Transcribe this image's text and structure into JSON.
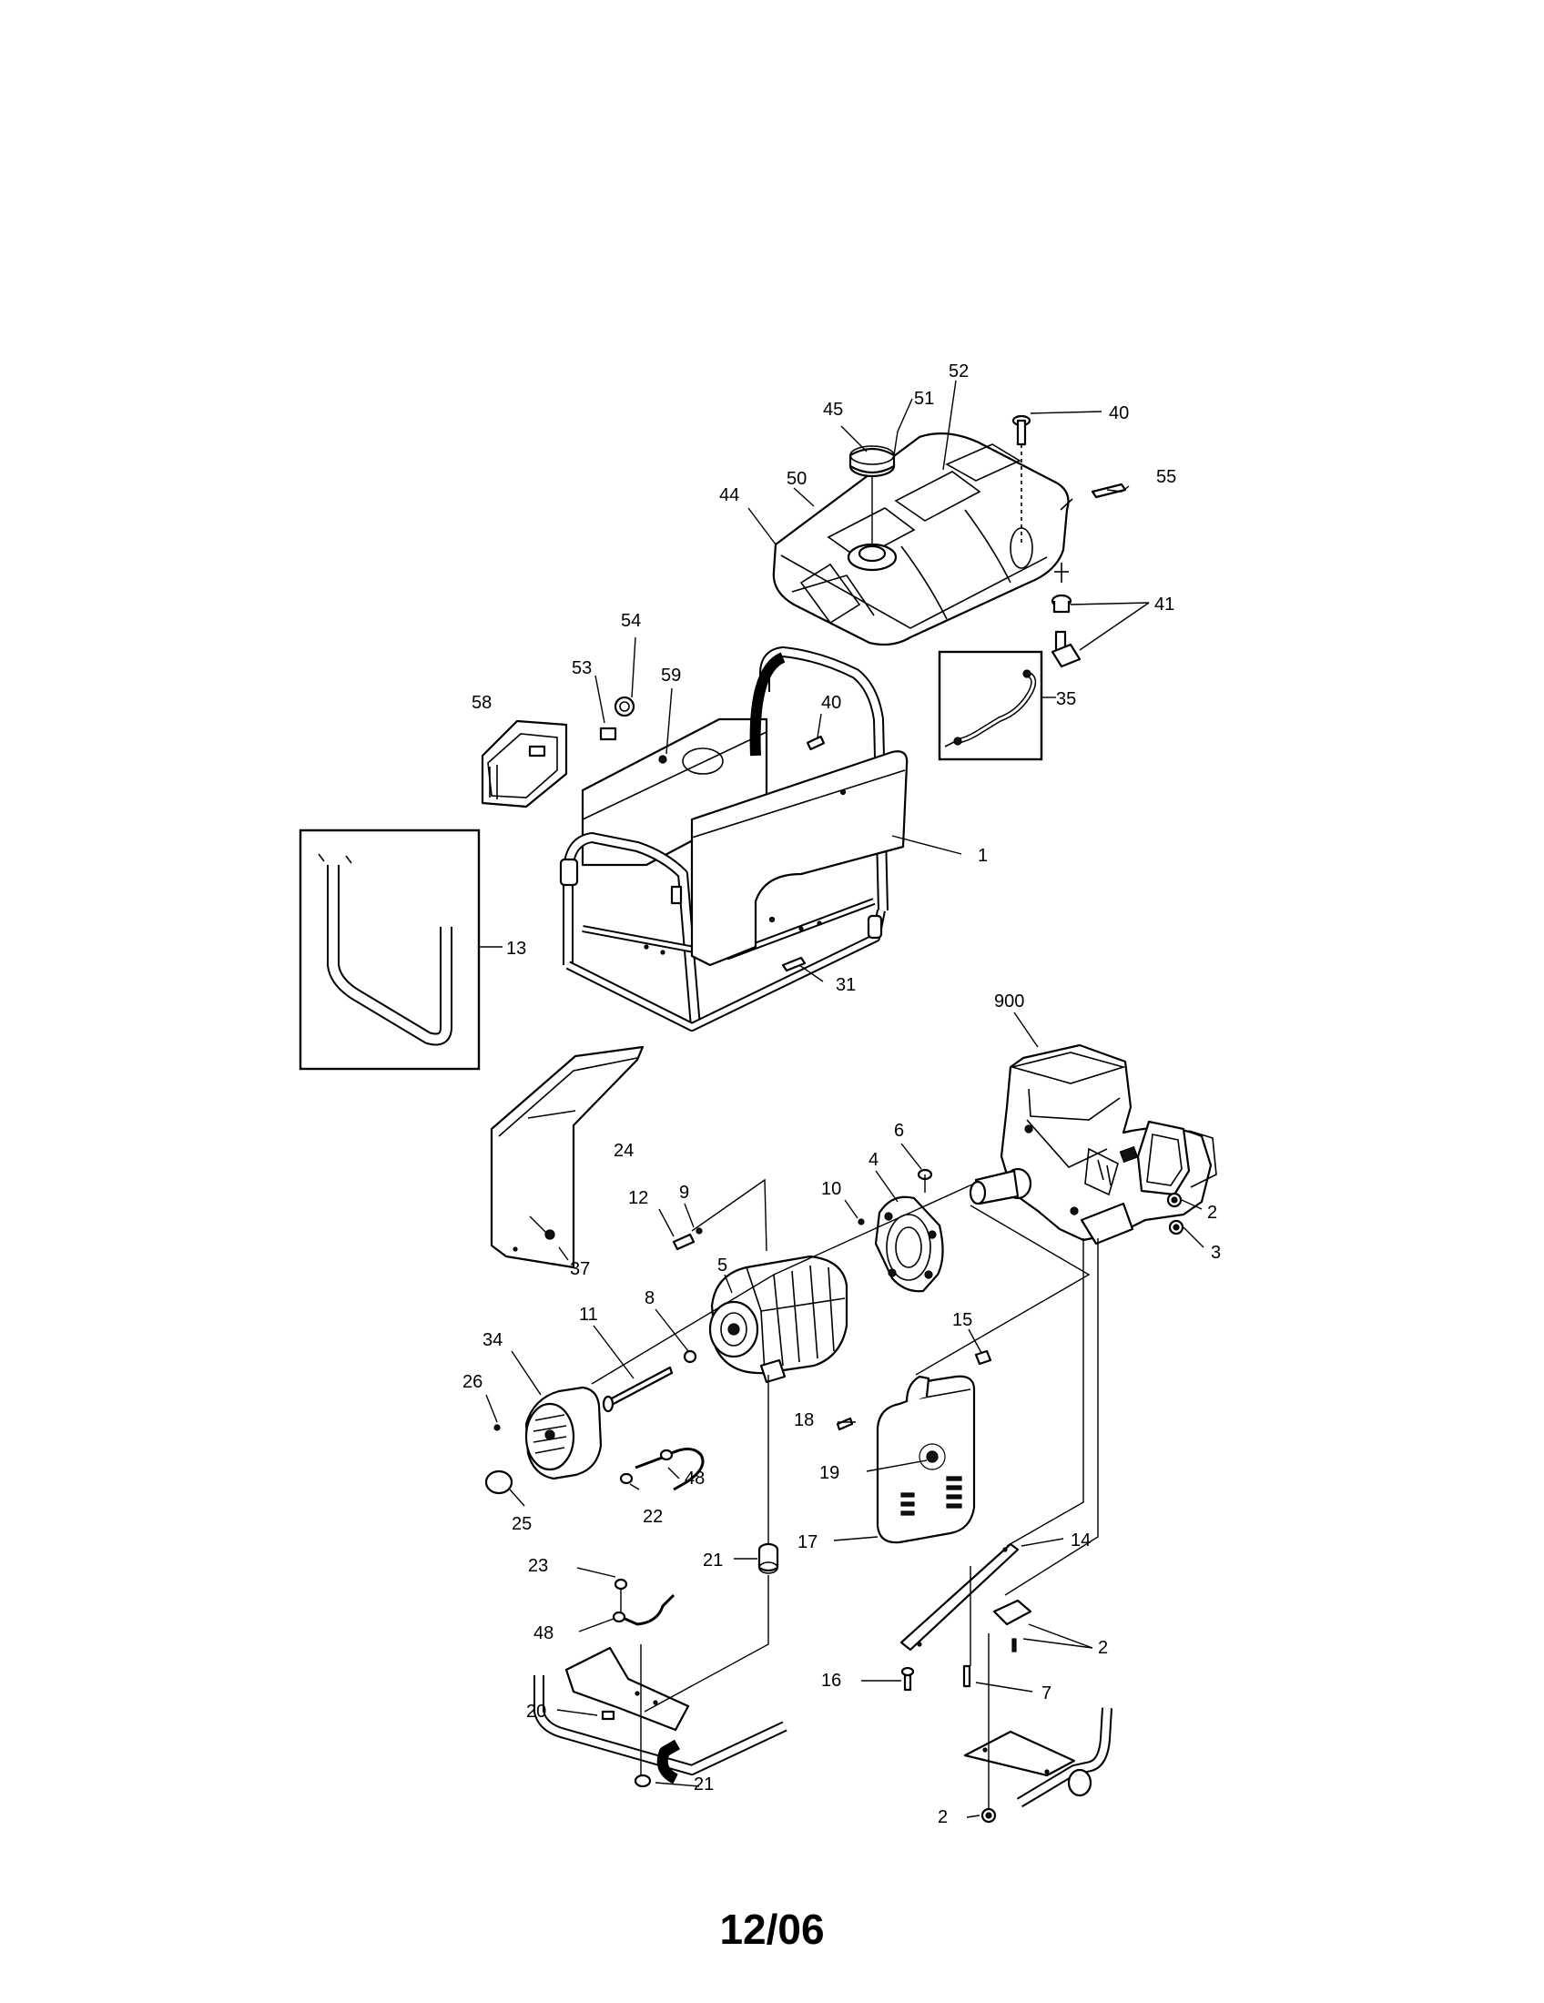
{
  "diagram": {
    "callouts": [
      "45",
      "51",
      "52",
      "40",
      "50",
      "55",
      "44",
      "41",
      "54",
      "53",
      "59",
      "58",
      "35",
      "40",
      "1",
      "13",
      "31",
      "900",
      "24",
      "6",
      "4",
      "10",
      "9",
      "12",
      "2",
      "3",
      "37",
      "5",
      "8",
      "15",
      "34",
      "11",
      "26",
      "18",
      "19",
      "48",
      "22",
      "25",
      "17",
      "14",
      "23",
      "21",
      "48",
      "2",
      "16",
      "7",
      "20",
      "21",
      "2"
    ]
  },
  "footer": {
    "date_code": "12/06"
  }
}
